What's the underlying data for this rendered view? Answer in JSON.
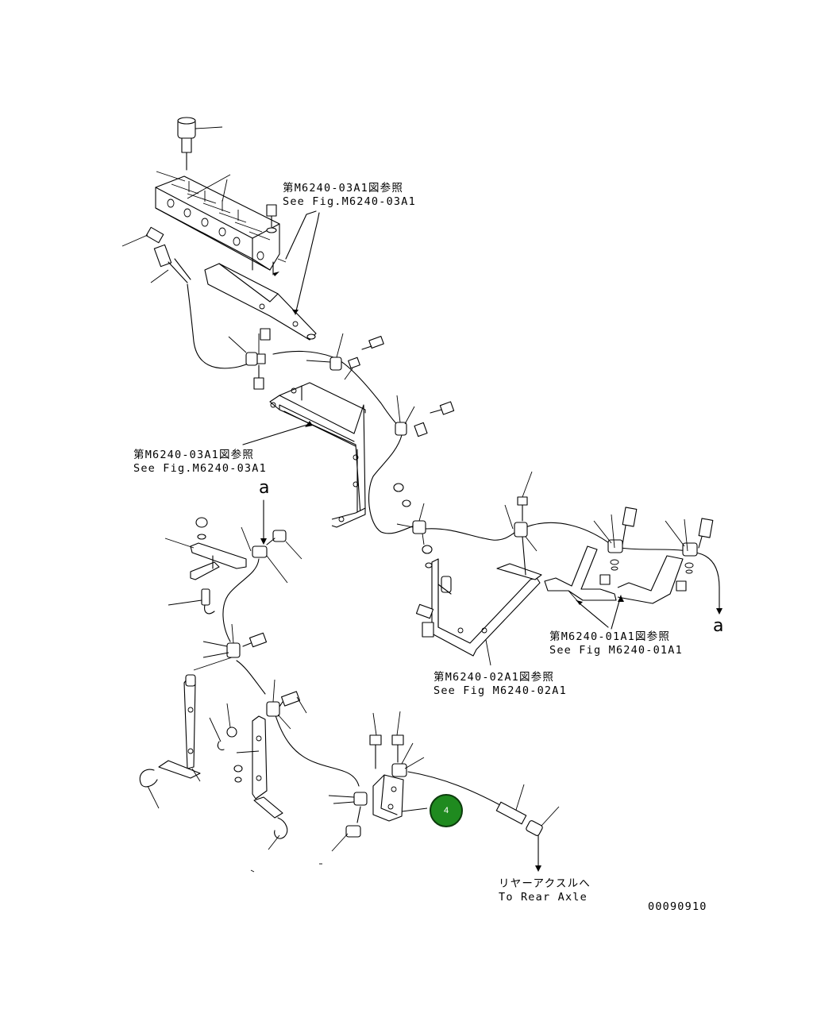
{
  "references": {
    "top": {
      "ja": "第M6240-03A1図参照",
      "en": "See Fig.M6240-03A1"
    },
    "middle": {
      "ja": "第M6240-03A1図参照",
      "en": "See Fig.M6240-03A1"
    },
    "right": {
      "ja": "第M6240-01A1図参照",
      "en": "See Fig M6240-01A1"
    },
    "center": {
      "ja": "第M6240-02A1図参照",
      "en": "See Fig M6240-02A1"
    }
  },
  "destination": {
    "ja": "リヤーアクスルへ",
    "en": "To Rear Axle"
  },
  "connection_marks": {
    "left": "a",
    "right": "a"
  },
  "drawing_number": "00090910",
  "callout": {
    "number": "4",
    "color": "#1f8a1f"
  }
}
